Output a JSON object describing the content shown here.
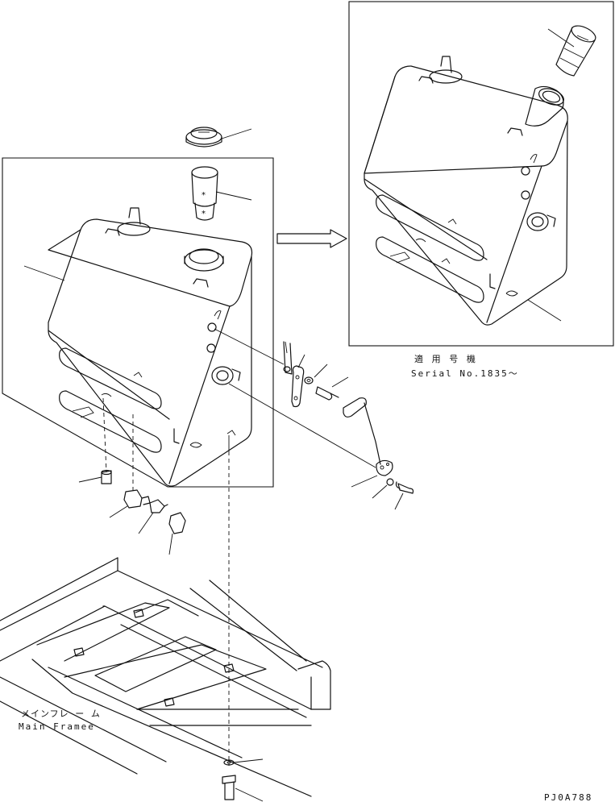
{
  "labels": {
    "serial_jp": "適 用 号 機",
    "serial_en": "Serial No.1835～",
    "frame_jp": "メインフレ ー ム",
    "frame_en": "Main Framee",
    "drawing_no": "PJ0A788"
  }
}
